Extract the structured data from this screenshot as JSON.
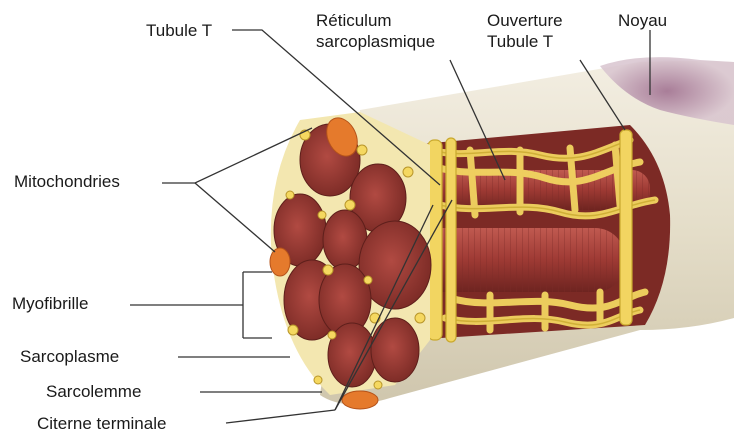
{
  "diagram": {
    "labels": {
      "tubule_t": "Tubule T",
      "reticulum": "Réticulum\nsarcoplasmique",
      "ouverture": "Ouverture\nTubule T",
      "noyau": "Noyau",
      "mitochondries": "Mitochondries",
      "myofibrille": "Myofibrille",
      "sarcoplasme": "Sarcoplasme",
      "sarcolemme": "Sarcolemme",
      "citerne": "Citerne terminale"
    },
    "colors": {
      "myofibril": "#9e3a34",
      "myofibril_dark": "#6e2420",
      "reticulum": "#f2d561",
      "reticulum_dark": "#c9a92e",
      "membrane": "#ece6d4",
      "mitochondria": "#e57a2c",
      "nucleus": "#b58aa6",
      "line": "#333333"
    }
  }
}
